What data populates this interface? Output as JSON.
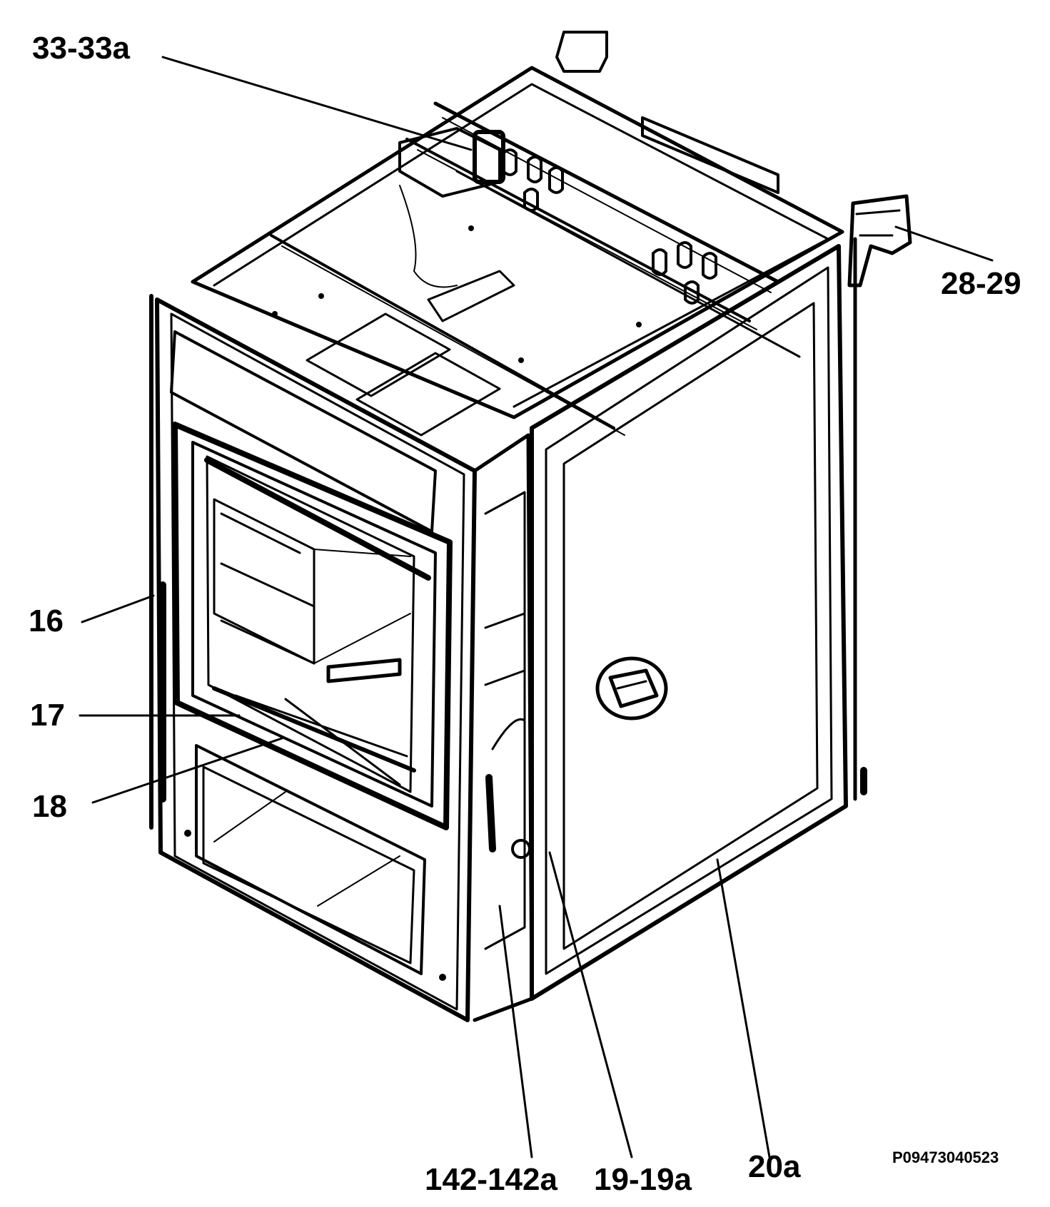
{
  "drawing_code": "P09473040523",
  "callouts": {
    "c_33_33a": "33-33a",
    "c_28_29": "28-29",
    "c_16": "16",
    "c_17": "17",
    "c_18": "18",
    "c_142_142a": "142-142a",
    "c_19_19a": "19-19a",
    "c_20a": "20a"
  },
  "colors": {
    "ink": "#000000",
    "paper": "#ffffff"
  }
}
